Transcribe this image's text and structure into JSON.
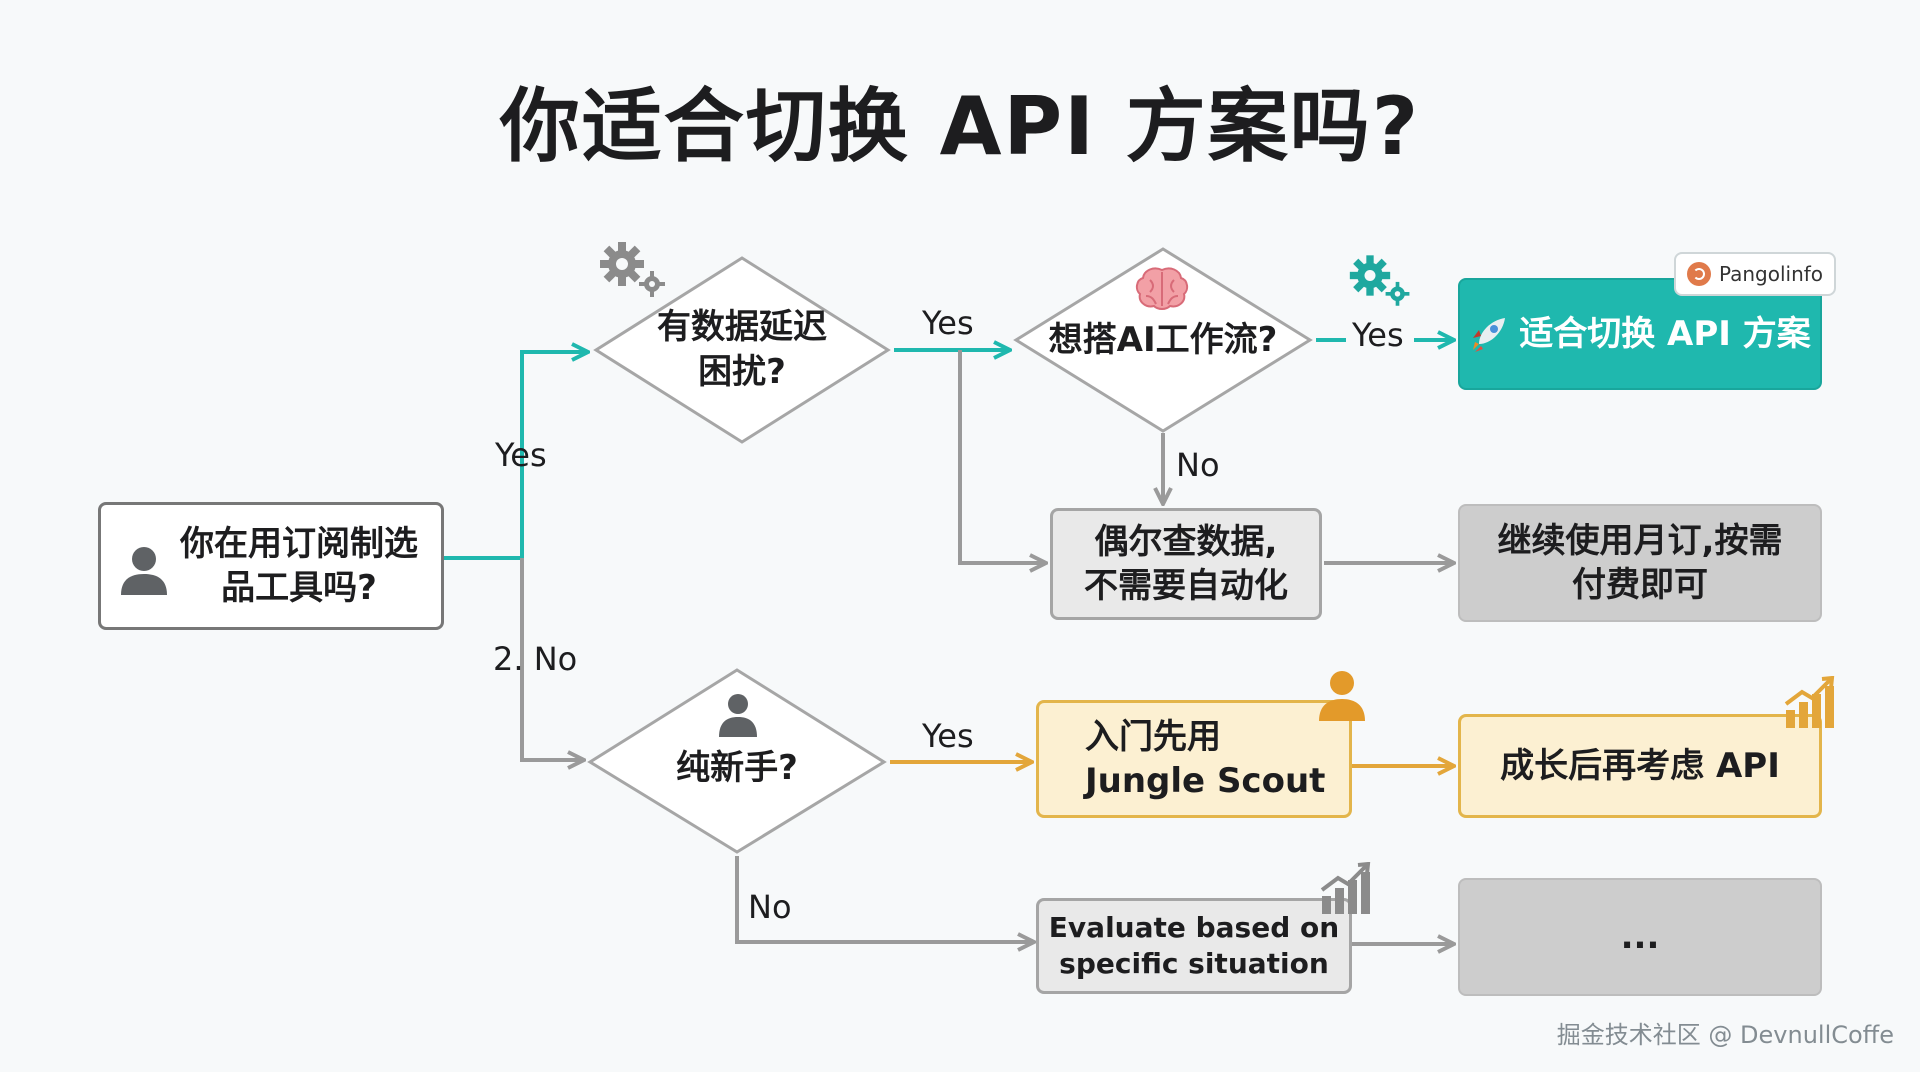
{
  "title": "你适合切换 API 方案吗?",
  "nodes": {
    "start": "你在用订阅制选\n品工具吗?",
    "delay": "有数据延迟\n困扰?",
    "ai": "想搭AI工作流?",
    "switch": "适合切换 API 方案",
    "occasional": "偶尔查数据,\n不需要自动化",
    "keep_monthly": "继续使用月订,按需\n付费即可",
    "beginner": "纯新手?",
    "jungle": "入门先用\nJungle Scout",
    "grow": "成长后再考虑 API",
    "evaluate": "Evaluate based on\nspecific situation",
    "ellipsis": "..."
  },
  "edges": {
    "start_yes": "Yes",
    "start_no": "2. No",
    "delay_yes": "Yes",
    "ai_yes": "Yes",
    "ai_no": "No",
    "beginner_yes": "Yes",
    "beginner_no": "No"
  },
  "badge": "Pangolinfo",
  "watermark": "掘金技术社区 @ DevnullCoffe",
  "colors": {
    "teal": "#1fb8ae",
    "amber": "#e3a63a",
    "grey_line": "#9a9a9a"
  },
  "icons": [
    "user-icon",
    "gear-icon",
    "brain-icon",
    "rocket-icon",
    "chart-up-icon"
  ]
}
